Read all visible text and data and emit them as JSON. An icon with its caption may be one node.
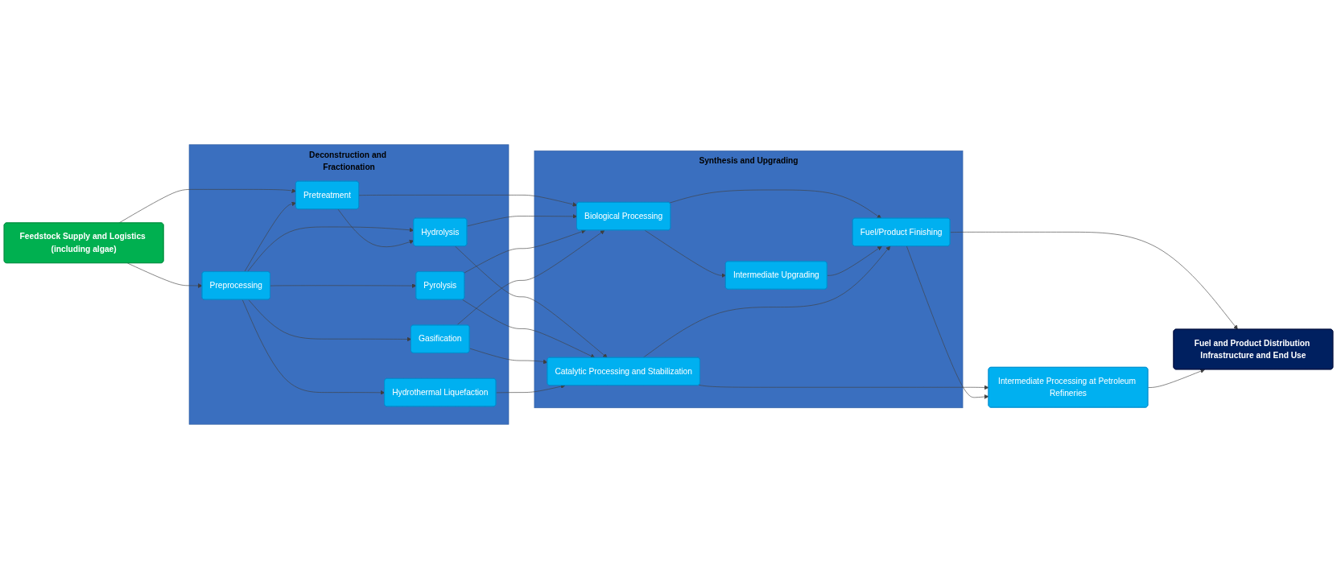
{
  "diagram": {
    "nodes": [
      {
        "text": [
          "Feedstock Supply and Logistics (including algae)"
        ]
      },
      {
        "text": [
          "Deconstruction and Fractionation"
        ]
      },
      {
        "text": [
          "Pretreatment"
        ],
        "in": 1
      },
      {
        "text": [
          "Preprocessing"
        ],
        "in": 1
      },
      {
        "text": [
          "Hydrolysis"
        ],
        "in": 1
      },
      {
        "text": [
          "Pyrolysis"
        ],
        "in": 1
      },
      {
        "text": [
          "Gasification"
        ],
        "in": 1
      },
      {
        "text": [
          "Hydrothermal Liquefaction"
        ],
        "in": 1
      },
      {
        "text": [
          "Synthesis and Upgrading"
        ]
      },
      {
        "text": [
          "Intermediate Upgrading"
        ],
        "in": 8
      },
      {
        "text": [
          "Biological Processing"
        ],
        "in": 8
      },
      {
        "text": [
          "Catalytic Processing and Stabilization"
        ],
        "in": 8
      },
      {
        "text": [
          "Fuel/Product Finishing"
        ],
        "in": 8
      },
      {
        "text": [
          "Intermediate Processing at Petroleum Refineries"
        ]
      },
      {
        "text": [
          "Fuel and Product Distribution Infrastructure and End Use"
        ]
      }
    ],
    "edges": [
      {
        "from": 0,
        "to": 2,
        "arrow": "to"
      },
      {
        "from": 0,
        "to": 3,
        "arrow": "to"
      },
      {
        "from": 3,
        "to": 2,
        "arrow": "to"
      },
      {
        "from": 3,
        "to": 4,
        "arrow": "to"
      },
      {
        "from": 2,
        "to": 4,
        "arrow": "to"
      },
      {
        "from": 3,
        "to": 5,
        "arrow": "to"
      },
      {
        "from": 3,
        "to": 6,
        "arrow": "to"
      },
      {
        "from": 3,
        "to": 7,
        "arrow": "to"
      },
      {
        "from": 2,
        "to": 10,
        "arrow": "to"
      },
      {
        "from": 4,
        "to": 10,
        "arrow": "to"
      },
      {
        "from": 4,
        "to": 11,
        "arrow": "to"
      },
      {
        "from": 5,
        "to": 10,
        "arrow": "to"
      },
      {
        "from": 5,
        "to": 11,
        "arrow": "to"
      },
      {
        "from": 6,
        "to": 10,
        "arrow": "to"
      },
      {
        "from": 6,
        "to": 11,
        "arrow": "to"
      },
      {
        "from": 7,
        "to": 11,
        "arrow": "to"
      },
      {
        "from": 10,
        "to": 9,
        "arrow": "to"
      },
      {
        "from": 10,
        "to": 12,
        "arrow": "to"
      },
      {
        "from": 9,
        "to": 12,
        "arrow": "to"
      },
      {
        "from": 11,
        "to": 12,
        "arrow": "to"
      },
      {
        "from": 11,
        "to": 13,
        "arrow": "to"
      },
      {
        "from": 12,
        "to": 13,
        "arrow": "to"
      },
      {
        "from": 12,
        "to": 14,
        "arrow": "to"
      },
      {
        "from": 13,
        "to": 14,
        "arrow": "to"
      }
    ]
  }
}
